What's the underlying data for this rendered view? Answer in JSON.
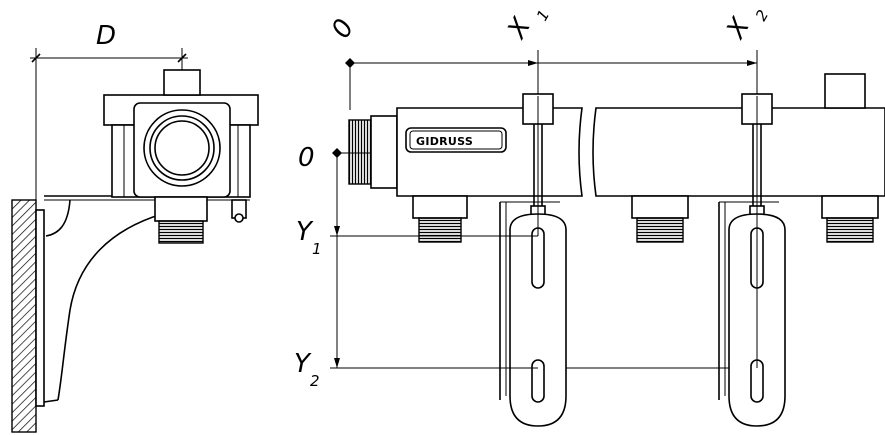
{
  "labels": {
    "dim_depth": "D",
    "origin_horizontal": "0",
    "origin_vertical": "0",
    "x1_main": "X",
    "x1_sub": "1",
    "x2_main": "X",
    "x2_sub": "2",
    "y1_main": "Y",
    "y1_sub": "1",
    "y2_main": "Y",
    "y2_sub": "2"
  },
  "logo": {
    "text": "GIDRUSS"
  }
}
